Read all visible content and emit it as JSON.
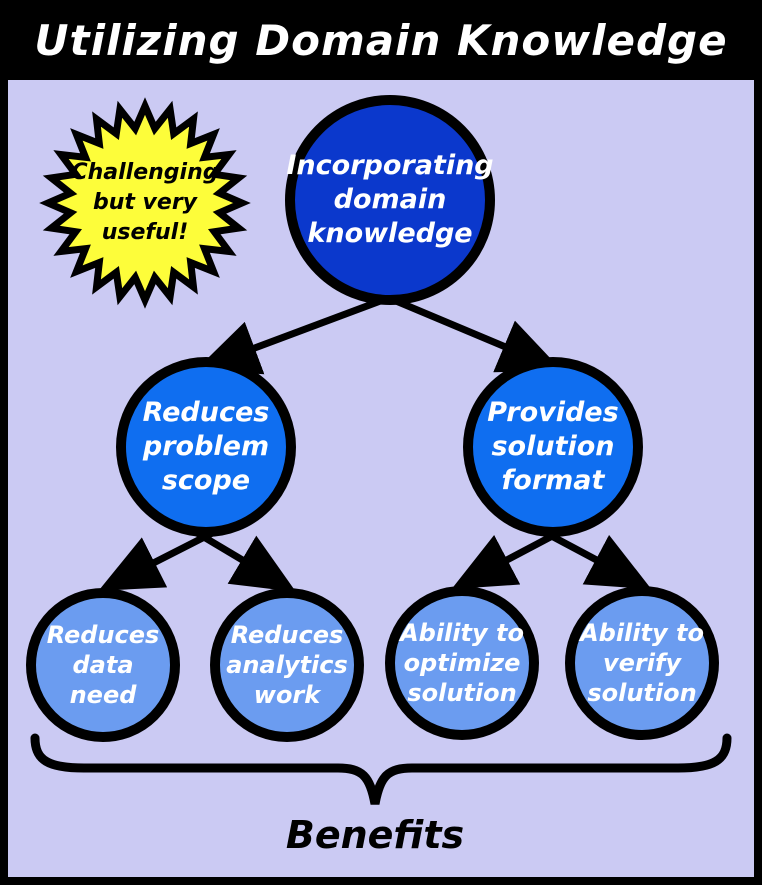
{
  "title": "Utilizing Domain Knowledge",
  "badge": {
    "label": "Challenging\nbut very\nuseful!",
    "fill": "#fdfd3a",
    "border": "#000000"
  },
  "tree": {
    "root": {
      "label": "Incorporating\ndomain\nknowledge",
      "fill": "#0b38cc"
    },
    "children": [
      {
        "label": "Reduces\nproblem\nscope",
        "fill": "#0f6ef0"
      },
      {
        "label": "Provides\nsolution\nformat",
        "fill": "#0f6ef0"
      }
    ],
    "leaves": [
      {
        "label": "Reduces\ndata\nneed",
        "fill": "#6b9cf0"
      },
      {
        "label": "Reduces\nanalytics\nwork",
        "fill": "#6b9cf0"
      },
      {
        "label": "Ability to\noptimize\nsolution",
        "fill": "#6b9cf0"
      },
      {
        "label": "Ability to\nverify\nsolution",
        "fill": "#6b9cf0"
      }
    ]
  },
  "benefits_label": "Benefits",
  "colors": {
    "frame": "#000000",
    "background": "#cbcaf3",
    "arrow": "#000000",
    "text_light": "#ffffff",
    "text_dark": "#000000"
  }
}
